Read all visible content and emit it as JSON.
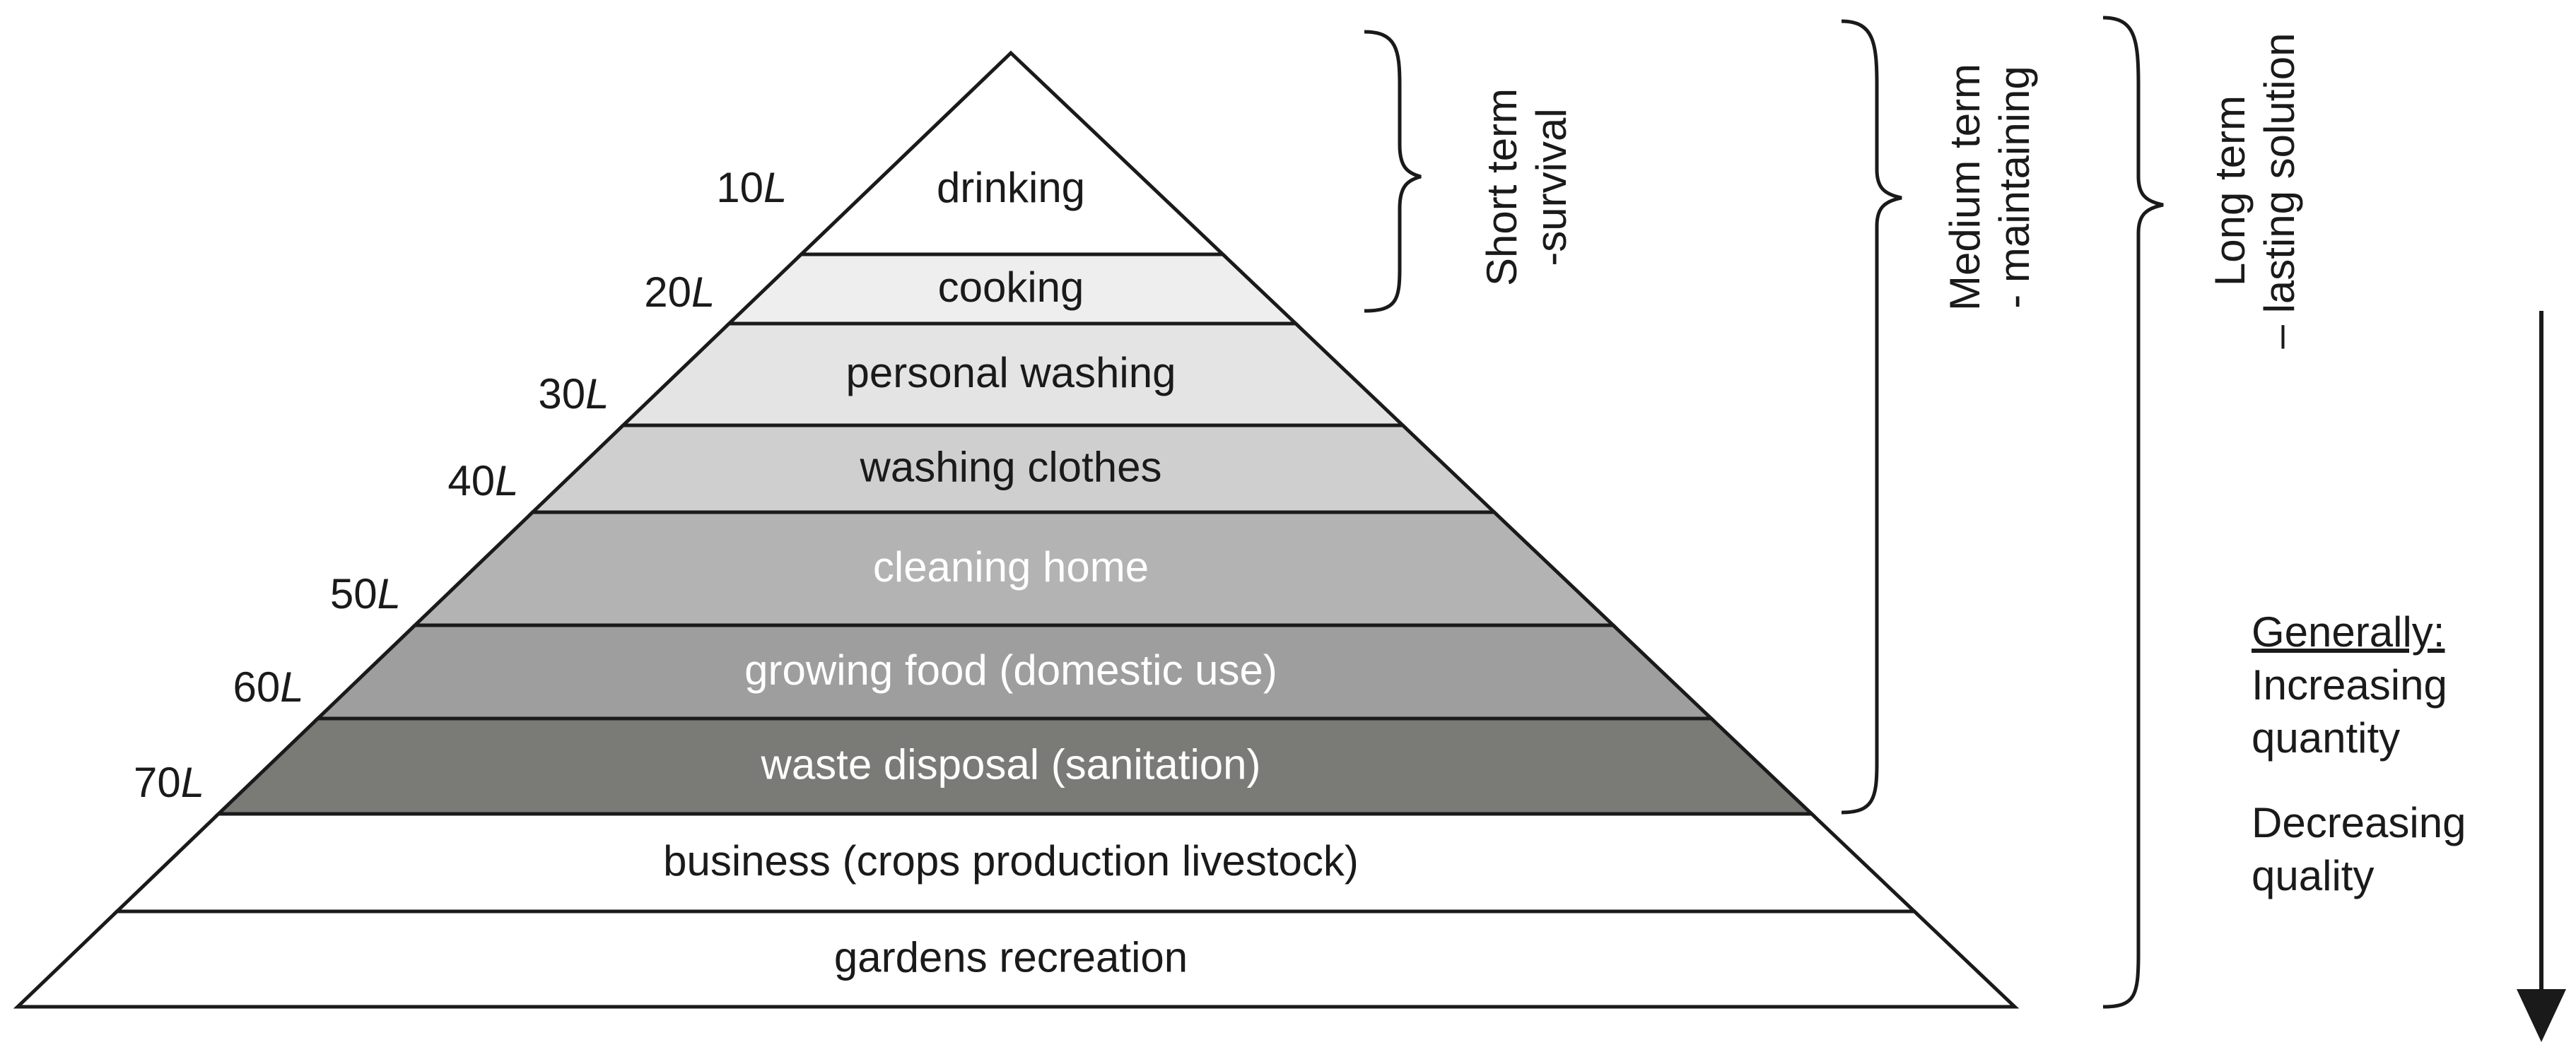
{
  "pyramid": {
    "layers": [
      {
        "label": "drinking",
        "volume": "10L",
        "fill": "#ffffff",
        "text_color": "#1a1a1a"
      },
      {
        "label": "cooking",
        "volume": "20L",
        "fill": "#eeeeee",
        "text_color": "#1a1a1a"
      },
      {
        "label": "personal washing",
        "volume": "30L",
        "fill": "#e4e4e4",
        "text_color": "#1a1a1a"
      },
      {
        "label": "washing clothes",
        "volume": "40L",
        "fill": "#cfcfcf",
        "text_color": "#1a1a1a"
      },
      {
        "label": "cleaning home",
        "volume": "50L",
        "fill": "#b3b3b3",
        "text_color": "#ffffff"
      },
      {
        "label": "growing food (domestic use)",
        "volume": "60L",
        "fill": "#9e9e9e",
        "text_color": "#ffffff"
      },
      {
        "label": "waste disposal (sanitation)",
        "volume": "70L",
        "fill": "#7a7a76",
        "text_color": "#ffffff"
      },
      {
        "label": "business (crops production livestock)",
        "volume": "",
        "fill": "#ffffff",
        "text_color": "#1a1a1a"
      },
      {
        "label": "gardens recreation",
        "volume": "",
        "fill": "#ffffff",
        "text_color": "#1a1a1a"
      }
    ]
  },
  "terms": {
    "short": {
      "line1": "Short term",
      "line2": "-survival"
    },
    "medium": {
      "line1": "Medium term",
      "line2": "- maintaining"
    },
    "long": {
      "line1": "Long term",
      "line2": "– lasting solution"
    }
  },
  "note": {
    "heading": "Generally:",
    "lines": [
      "Increasing",
      "quantity",
      "Decreasing",
      "quality"
    ]
  },
  "colors": {
    "stroke": "#1a1a1a",
    "arrow": "#1a1a1a"
  }
}
